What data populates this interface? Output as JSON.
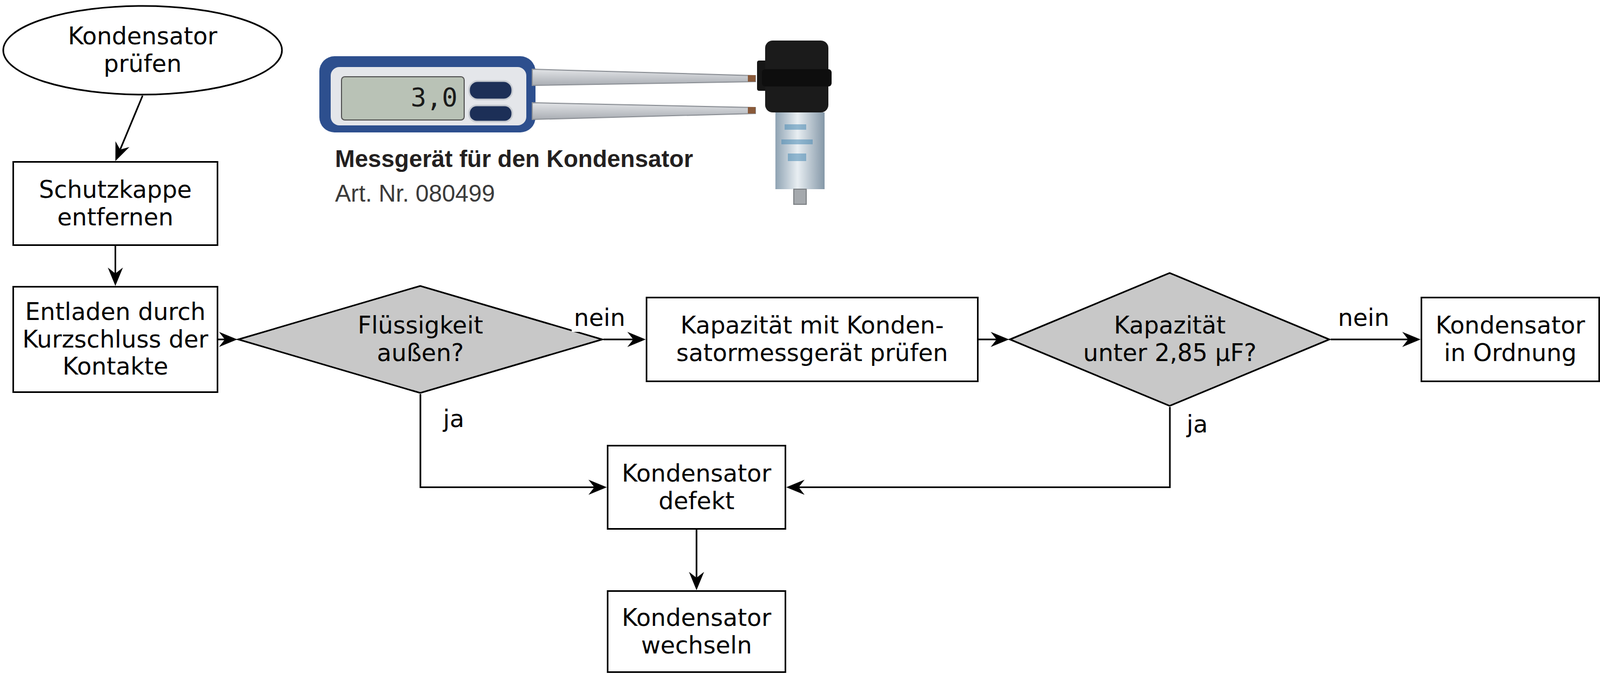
{
  "diagram": {
    "nodes": [
      {
        "text": [
          "Kondensator prüfen"
        ]
      },
      {
        "text": [
          "Schutzkappe entfernen"
        ]
      },
      {
        "text": [
          "Entladen durch Kurzschluss der Kontakte"
        ]
      },
      {
        "text": [
          "Flüssigkeit außen?"
        ]
      },
      {
        "text": [
          "Kapazität mit Konden- satormessgerät prüfen"
        ]
      },
      {
        "text": [
          "Kapazität unter 2,85 µF?"
        ]
      },
      {
        "text": [
          "Kondensator in Ordnung"
        ]
      },
      {
        "text": [
          "Kondensator defekt"
        ]
      },
      {
        "text": [
          "Kondensator wechseln"
        ]
      }
    ],
    "edges": [
      {
        "from": 0,
        "to": 1,
        "arrow": "to"
      },
      {
        "from": 1,
        "to": 2,
        "arrow": "to"
      },
      {
        "from": 2,
        "to": 3,
        "arrow": "to"
      },
      {
        "from": 3,
        "to": 4,
        "label": "nein",
        "arrow": "to"
      },
      {
        "from": 4,
        "to": 5,
        "arrow": "to"
      },
      {
        "from": 5,
        "to": 6,
        "label": "nein",
        "arrow": "to"
      },
      {
        "from": 3,
        "to": 7,
        "label": "ja",
        "arrow": "to"
      },
      {
        "from": 5,
        "to": 7,
        "label": "ja",
        "arrow": "to"
      },
      {
        "from": 7,
        "to": 8,
        "arrow": "to"
      }
    ],
    "labels": [
      "3,0",
      "Messgerät für den Kondensator",
      "Art. Nr. 080499"
    ]
  }
}
